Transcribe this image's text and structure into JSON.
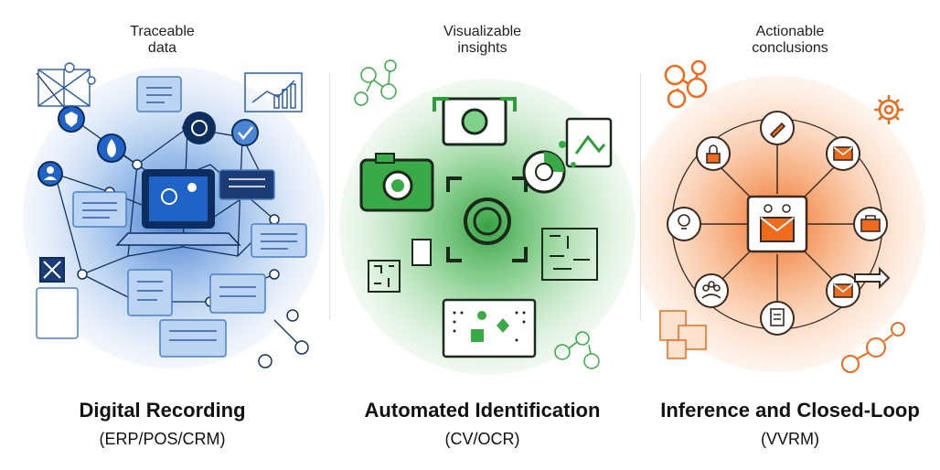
{
  "panels": [
    {
      "kicker": [
        "Traceable",
        "data"
      ],
      "title": "Digital Recording",
      "subtitle": "(ERP/POS/CRM)",
      "accent": "#1f63c6",
      "light": "#cfe0f6",
      "icons": [
        "network-icon",
        "shield-icon",
        "fire-icon",
        "user-icon",
        "camera-icon",
        "checkmark-icon",
        "document-icon",
        "chart-icon"
      ]
    },
    {
      "kicker": [
        "Visualizable",
        "insights"
      ],
      "title": "Automated Identification",
      "subtitle": "(CV/OCR)",
      "accent": "#2d9d3a",
      "light": "#d2ecd2",
      "icons": [
        "camera-icon",
        "focus-scan-icon",
        "pie-chart-icon",
        "image-icon",
        "qr-code-icon",
        "grid-board-icon"
      ]
    },
    {
      "kicker": [
        "Actionable",
        "conclusions"
      ],
      "title": "Inference and Closed-Loop",
      "subtitle": "(VVRM)",
      "accent": "#f06a1d",
      "light": "#fde3cf",
      "icons": [
        "lock-icon",
        "pen-icon",
        "mail-icon",
        "briefcase-icon",
        "team-icon",
        "clipboard-icon",
        "lightbulb-icon",
        "gear-icon",
        "hub-icon"
      ]
    }
  ],
  "colors": {
    "blue": "#1f63c6",
    "green": "#2d9d3a",
    "orange": "#f06a1d"
  }
}
